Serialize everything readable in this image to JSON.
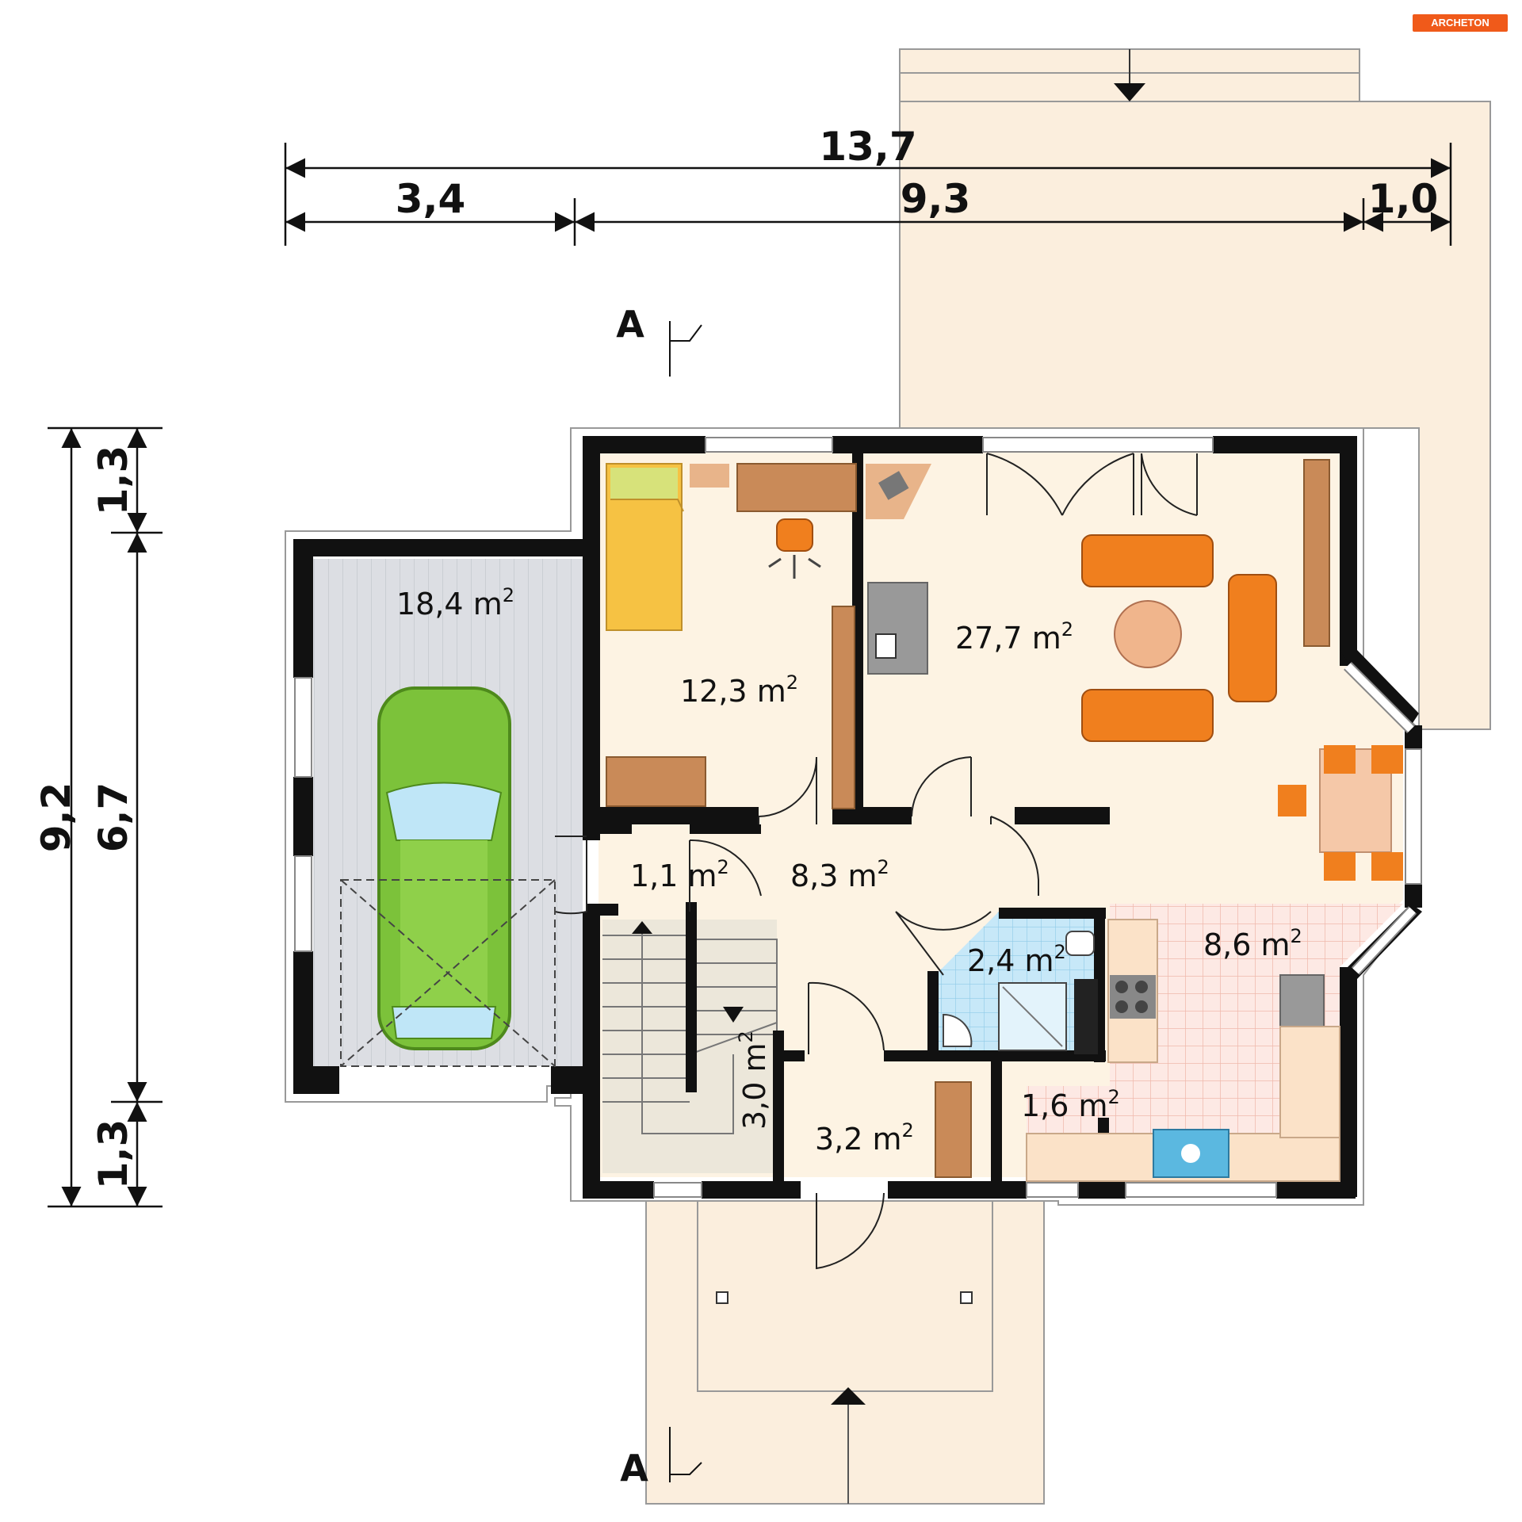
{
  "brand": {
    "logo_text": "ARCHETON",
    "logo_color": "#f05a1a"
  },
  "dimensions": {
    "overall_width": "13,7",
    "segment_left": "3,4",
    "segment_middle": "9,3",
    "segment_right": "1,0",
    "overall_depth": "9,2",
    "segment_top": "1,3",
    "segment_center": "6,7",
    "segment_bottom": "1,3"
  },
  "section_marks": {
    "top": "A",
    "bottom": "A"
  },
  "rooms": {
    "garage": {
      "value": "18,4 m",
      "exp": "2"
    },
    "bedroom": {
      "value": "12,3 m",
      "exp": "2"
    },
    "living": {
      "value": "27,7 m",
      "exp": "2"
    },
    "wc": {
      "value": "1,1 m",
      "exp": "2"
    },
    "hall": {
      "value": "8,3 m",
      "exp": "2"
    },
    "bathroom": {
      "value": "2,4 m",
      "exp": "2"
    },
    "kitchen": {
      "value": "8,6 m",
      "exp": "2"
    },
    "stairs": {
      "value": "3,0 m",
      "exp": "2"
    },
    "vestibule": {
      "value": "3,2 m",
      "exp": "2"
    },
    "pantry": {
      "value": "1,6 m",
      "exp": "2"
    }
  },
  "colors": {
    "wall": "#111111",
    "floor": "#fdf3e3",
    "terrace": "#fbeedd",
    "garage_floor": "#d9dbe0",
    "tile_kitchen": "#fbe4df",
    "tile_bath": "#bfe4f7",
    "wood": "#c97a3a",
    "sofa": "#f07f1e",
    "car": "#7cc23a"
  }
}
